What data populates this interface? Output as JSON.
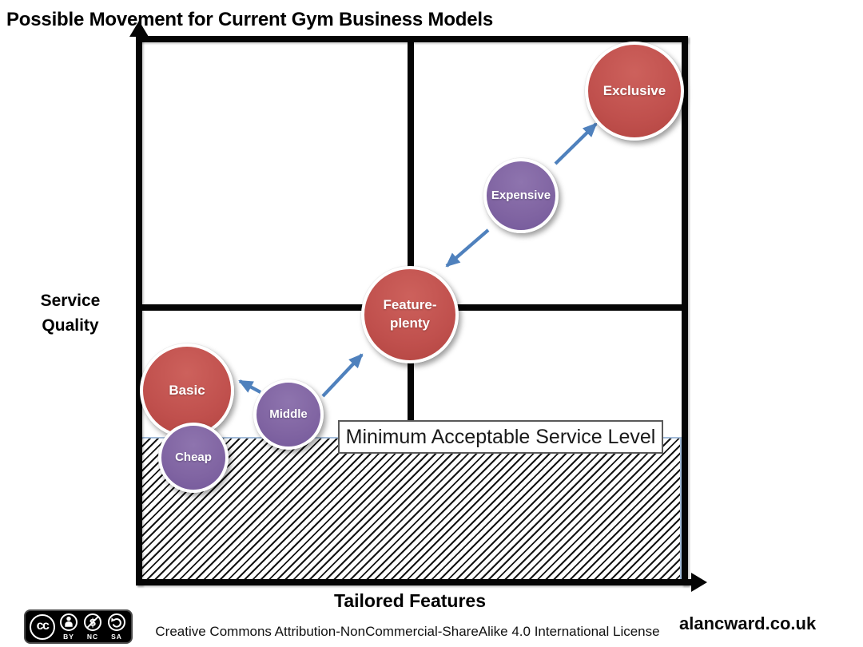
{
  "title": "Possible Movement for Current Gym Business Models",
  "axes": {
    "y_label": "Service\nQuality",
    "x_label": "Tailored Features"
  },
  "threshold": {
    "label": "Minimum Acceptable Service Level"
  },
  "bubbles": {
    "exclusive": {
      "label": "Exclusive",
      "color": "#c0504d"
    },
    "expensive": {
      "label": "Expensive",
      "color": "#8064a2"
    },
    "feature_plenty": {
      "label": "Feature-\nplenty",
      "color": "#c0504d"
    },
    "basic": {
      "label": "Basic",
      "color": "#c0504d"
    },
    "middle": {
      "label": "Middle",
      "color": "#8064a2"
    },
    "cheap": {
      "label": "Cheap",
      "color": "#8064a2"
    }
  },
  "movements": [
    {
      "from": "Middle",
      "to": "Basic"
    },
    {
      "from": "Middle",
      "to": "Feature-plenty"
    },
    {
      "from": "Expensive",
      "to": "Feature-plenty"
    },
    {
      "from": "Expensive",
      "to": "Exclusive"
    }
  ],
  "footer": {
    "cc_badge": {
      "cc": "cc",
      "by": "BY",
      "nc": "NC",
      "sa": "SA"
    },
    "license_text": "Creative Commons Attribution-NonCommercial-ShareAlike 4.0 International License",
    "site": "alancward.co.uk"
  },
  "colors": {
    "bubble_red": "#c0504d",
    "bubble_purple": "#8064a2",
    "arrow_blue": "#4f81bd",
    "axis_black": "#000000",
    "hatch_border_blue": "#a3bcd9"
  }
}
